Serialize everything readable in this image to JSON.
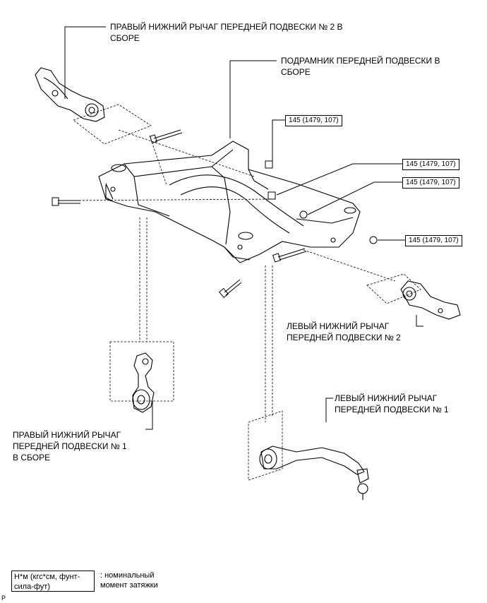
{
  "labels": {
    "right_lower_arm_2": "ПРАВЫЙ НИЖНИЙ РЫЧАГ ПЕРЕДНЕЙ ПОДВЕСКИ № 2 В\nСБОРЕ",
    "subframe": "ПОДРАМНИК ПЕРЕДНЕЙ ПОДВЕСКИ В\nСБОРЕ",
    "left_lower_arm_2": "ЛЕВЫЙ НИЖНИЙ РЫЧАГ\nПЕРЕДНЕЙ ПОДВЕСКИ № 2",
    "left_lower_arm_1": "ЛЕВЫЙ НИЖНИЙ РЫЧАГ\nПЕРЕДНЕЙ ПОДВЕСКИ № 1",
    "right_lower_arm_1": "ПРАВЫЙ НИЖНИЙ РЫЧАГ\nПЕРЕДНЕЙ ПОДВЕСКИ № 1\nВ СБОРЕ"
  },
  "torque": {
    "t1": "145 (1479, 107)",
    "t2": "145 (1479, 107)",
    "t3": "145 (1479, 107)",
    "t4": "145 (1479, 107)"
  },
  "legend": {
    "unit": "Н*м (кгс*см, фунт-\nсила-фут)",
    "desc": ": номинальный\nмомент затяжки"
  },
  "corner_mark": "P"
}
